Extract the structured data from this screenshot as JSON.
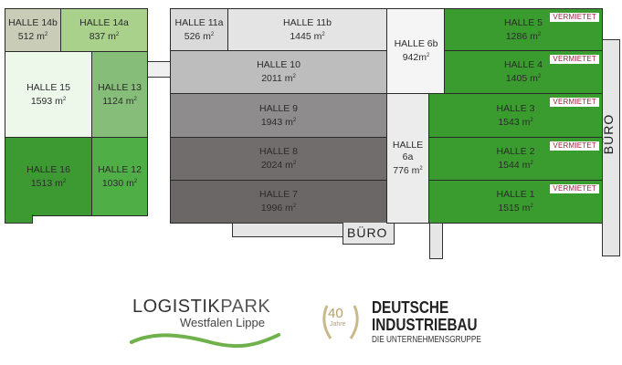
{
  "halls": [
    {
      "id": "14b",
      "name": "HALLE 14b",
      "area": "512 m",
      "status": ""
    },
    {
      "id": "14a",
      "name": "HALLE 14a",
      "area": "837 m",
      "status": ""
    },
    {
      "id": "15",
      "name": "HALLE 15",
      "area": "1593 m",
      "status": ""
    },
    {
      "id": "13",
      "name": "HALLE 13",
      "area": "1124 m",
      "status": ""
    },
    {
      "id": "16",
      "name": "HALLE 16",
      "area": "1513 m",
      "status": ""
    },
    {
      "id": "12",
      "name": "HALLE 12",
      "area": "1030 m",
      "status": ""
    },
    {
      "id": "11a",
      "name": "HALLE 11a",
      "area": "526 m",
      "status": ""
    },
    {
      "id": "11b",
      "name": "HALLE 11b",
      "area": "1445 m",
      "status": ""
    },
    {
      "id": "10",
      "name": "HALLE 10",
      "area": "2011 m",
      "status": ""
    },
    {
      "id": "9",
      "name": "HALLE 9",
      "area": "1943 m",
      "status": ""
    },
    {
      "id": "8",
      "name": "HALLE 8",
      "area": "2024 m",
      "status": ""
    },
    {
      "id": "7",
      "name": "HALLE 7",
      "area": "1996 m",
      "status": ""
    },
    {
      "id": "6b",
      "name": "HALLE 6b",
      "area": "942m",
      "status": ""
    },
    {
      "id": "6a",
      "name": "HALLE 6a",
      "area": "776 m",
      "status": ""
    },
    {
      "id": "5",
      "name": "HALLE 5",
      "area": "1286 m",
      "status": "VERMIETET"
    },
    {
      "id": "4",
      "name": "HALLE 4",
      "area": "1405 m",
      "status": "VERMIETET"
    },
    {
      "id": "3",
      "name": "HALLE 3",
      "area": "1543 m",
      "status": "VERMIETET"
    },
    {
      "id": "2",
      "name": "HALLE 2",
      "area": "1544 m",
      "status": "VERMIETET"
    },
    {
      "id": "1",
      "name": "HALLE 1",
      "area": "1515 m",
      "status": "VERMIETET"
    }
  ],
  "labels": {
    "office_bottom": "BÜRO",
    "office_right": "BÜRO",
    "squared": "2"
  },
  "logos": {
    "park_line1_a": "LOGISTIK",
    "park_line1_b": "PARK",
    "park_line2": "Westfalen Lippe",
    "anniv_number": "40",
    "anniv_word": "Jahre",
    "company_line1": "DEUTSCHE",
    "company_line2": "INDUSTRIEBAU",
    "company_line3": "DIE UNTERNEHMENSGRUPPE"
  },
  "colors": {
    "rented_green": "#3a9c2e",
    "badge_text": "#a0203a",
    "dark_gray": "#6b6767",
    "mid_gray": "#8a8888",
    "light_gray": "#bdbcbc"
  }
}
